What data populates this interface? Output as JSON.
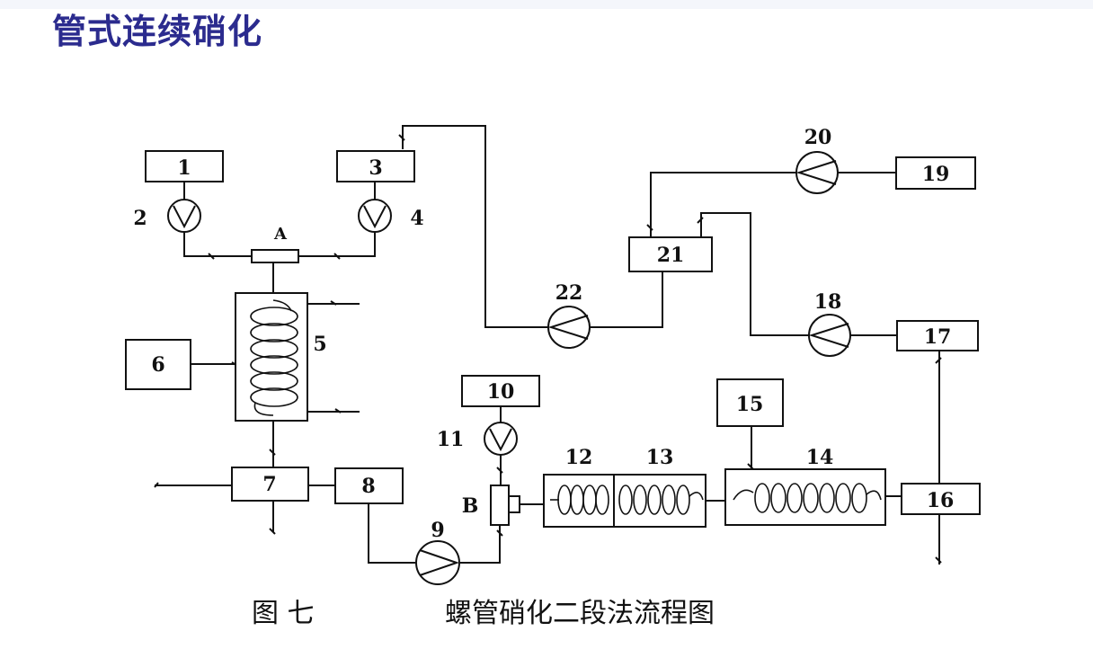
{
  "slide": {
    "title": "管式连续硝化"
  },
  "diagram": {
    "caption_fig": "图 七",
    "caption_text": "螺管硝化二段法流程图",
    "labels": {
      "n1": "1",
      "n2": "2",
      "n3": "3",
      "n4": "4",
      "n5": "5",
      "n6": "6",
      "n7": "7",
      "n8": "8",
      "n9": "9",
      "n10": "10",
      "n11": "11",
      "n12": "12",
      "n13": "13",
      "n14": "14",
      "n15": "15",
      "n16": "16",
      "n17": "17",
      "n18": "18",
      "n19": "19",
      "n20": "20",
      "n21": "21",
      "n22": "22",
      "A": "A",
      "B": "B"
    }
  }
}
